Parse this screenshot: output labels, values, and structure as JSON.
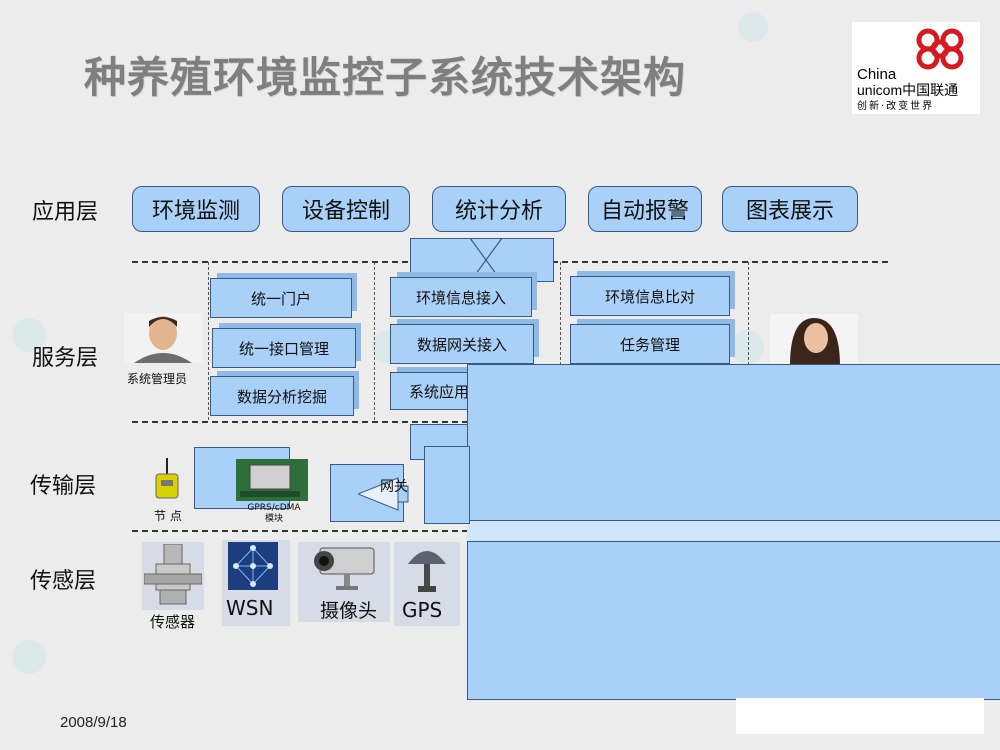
{
  "title": "种养殖环境监控子系统技术架构",
  "logo": {
    "line1": "China",
    "line2": "unicom中国联通",
    "line3": "创新·改变世界"
  },
  "layers": {
    "app": "应用层",
    "service": "服务层",
    "transport": "传输层",
    "sensing": "传感层"
  },
  "app_buttons": [
    "环境监测",
    "设备控制",
    "统计分析",
    "自动报警",
    "图表展示"
  ],
  "services": {
    "col1": [
      "统一门户",
      "统一接口管理",
      "数据分析挖掘"
    ],
    "col2": [
      "环境信息接入",
      "数据网关接入",
      "系统应用"
    ],
    "col3": [
      "环境信息比对",
      "任务管理"
    ]
  },
  "admin_label": "系统管理员",
  "transport": {
    "node_label": "节 点",
    "module_label_1": "GPRS/cDMA",
    "module_label_2": "模块",
    "gateway_label": "网关"
  },
  "sensing": {
    "sensor": "传感器",
    "wsn": "WSN",
    "camera": "摄像头",
    "gps": "GPS"
  },
  "date": "2008/9/18"
}
